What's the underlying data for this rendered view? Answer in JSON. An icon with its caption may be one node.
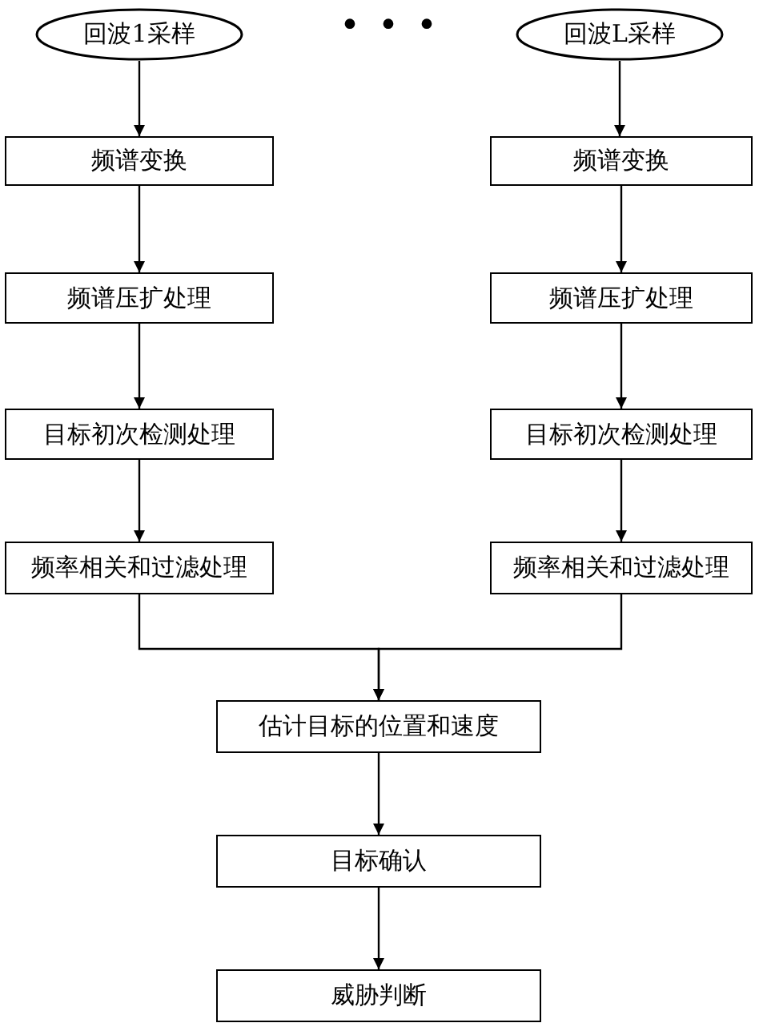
{
  "diagram": {
    "nodes": [
      {
        "text": [
          "回波1采样"
        ]
      },
      {
        "text": [
          "回波L采样"
        ]
      },
      {
        "text": [
          "频谱变换"
        ]
      },
      {
        "text": [
          "频谱变换"
        ]
      },
      {
        "text": [
          "频谱压扩处理"
        ]
      },
      {
        "text": [
          "频谱压扩处理"
        ]
      },
      {
        "text": [
          "目标初次检测处理"
        ]
      },
      {
        "text": [
          "目标初次检测处理"
        ]
      },
      {
        "text": [
          "频率相关和过滤处理"
        ]
      },
      {
        "text": [
          "频率相关和过滤处理"
        ]
      },
      {
        "text": [
          "估计目标的位置和速度"
        ]
      },
      {
        "text": [
          "目标确认"
        ]
      },
      {
        "text": [
          "威胁判断"
        ]
      }
    ],
    "edges": [
      {
        "from": 0,
        "to": 2,
        "arrow": "to"
      },
      {
        "from": 2,
        "to": 4,
        "arrow": "to"
      },
      {
        "from": 4,
        "to": 6,
        "arrow": "to"
      },
      {
        "from": 6,
        "to": 8,
        "arrow": "to"
      },
      {
        "from": 1,
        "to": 3,
        "arrow": "to"
      },
      {
        "from": 3,
        "to": 5,
        "arrow": "to"
      },
      {
        "from": 5,
        "to": 7,
        "arrow": "to"
      },
      {
        "from": 7,
        "to": 9,
        "arrow": "to"
      },
      {
        "from": 8,
        "to": 10,
        "arrow": "to"
      },
      {
        "from": 9,
        "to": 10,
        "arrow": "to"
      },
      {
        "from": 10,
        "to": 11,
        "arrow": "to"
      },
      {
        "from": 11,
        "to": 12,
        "arrow": "to"
      }
    ],
    "labels": [
      "• • •"
    ]
  }
}
